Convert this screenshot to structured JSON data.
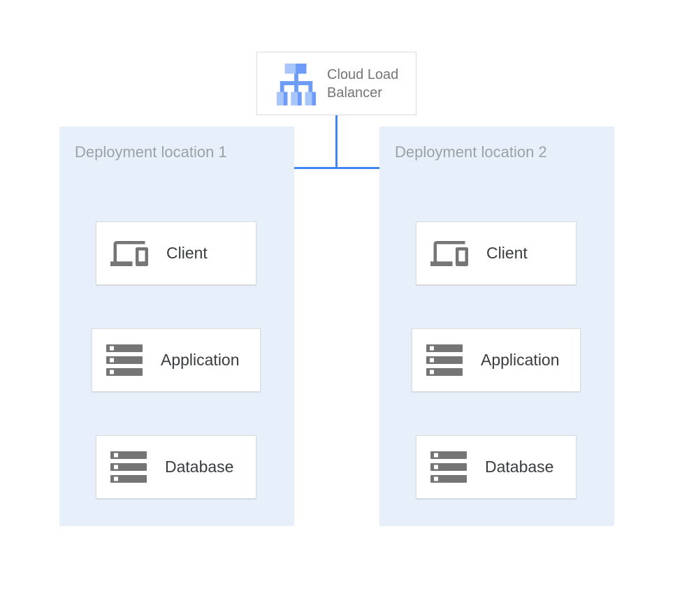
{
  "diagram": {
    "load_balancer": {
      "label": "Cloud Load Balancer",
      "icon": "cloud-load-balancer-icon"
    },
    "zones": [
      {
        "label": "Deployment location 1",
        "nodes": [
          {
            "label": "Client",
            "icon": "devices-icon"
          },
          {
            "label": "Application",
            "icon": "server-stack-icon"
          },
          {
            "label": "Database",
            "icon": "server-stack-icon"
          }
        ]
      },
      {
        "label": "Deployment location 2",
        "nodes": [
          {
            "label": "Client",
            "icon": "devices-icon"
          },
          {
            "label": "Application",
            "icon": "server-stack-icon"
          },
          {
            "label": "Database",
            "icon": "server-stack-icon"
          }
        ]
      }
    ],
    "edges": [
      {
        "from": "cloud-load-balancer",
        "to": "client-zone-1"
      },
      {
        "from": "cloud-load-balancer",
        "to": "client-zone-2"
      },
      {
        "from": "client-zone-1",
        "to": "application-zone-1"
      },
      {
        "from": "application-zone-1",
        "to": "database-zone-1"
      },
      {
        "from": "client-zone-2",
        "to": "application-zone-2"
      },
      {
        "from": "application-zone-2",
        "to": "database-zone-2"
      }
    ],
    "colors": {
      "arrow_blue": "#4285F4",
      "zone_background": "#E7F0FA",
      "node_border": "#DADCE0",
      "icon_gray": "#757575",
      "node_label_color": "#3A3D40",
      "lb_label_gray": "#757575",
      "zone_label_gray": "#9BA1A7",
      "lb_icon_light_blue": "#A9C6FB",
      "lb_icon_medium_blue": "#6D9CF8"
    }
  }
}
